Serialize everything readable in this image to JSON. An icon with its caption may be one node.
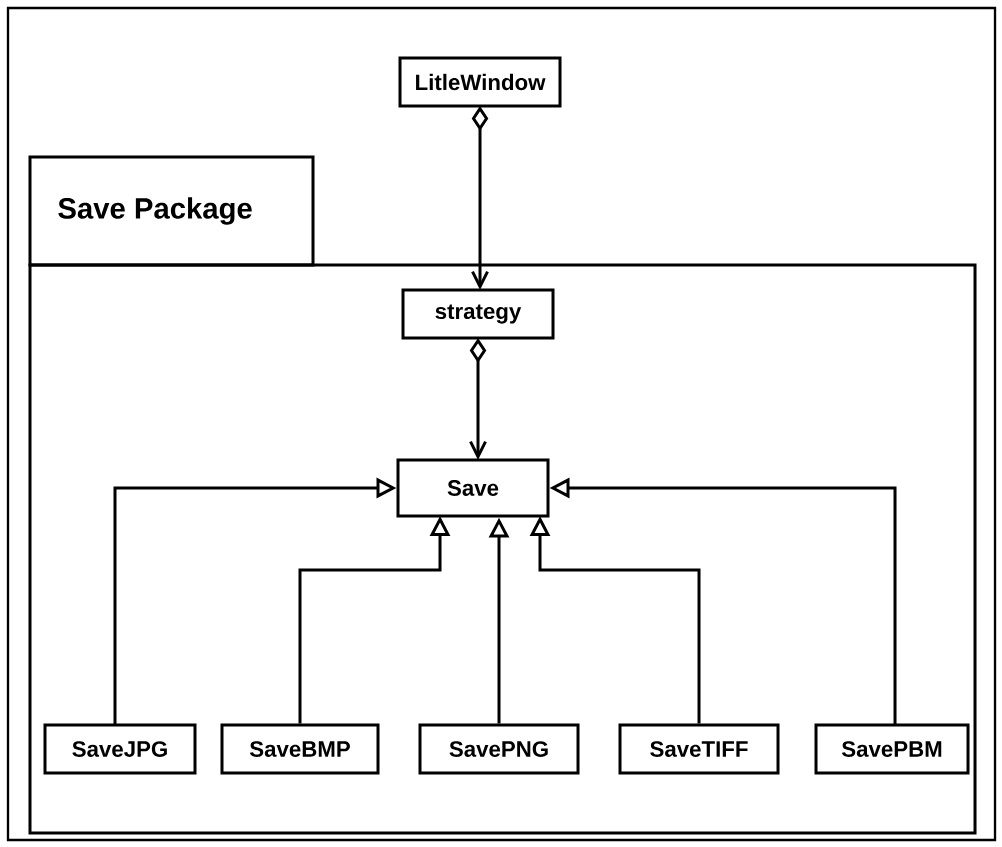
{
  "diagram": {
    "nodes": [
      {
        "text": [
          "LitleWindow"
        ]
      },
      {
        "text": [
          "Save Package"
        ]
      },
      {
        "text": [
          "strategy"
        ],
        "in": 1
      },
      {
        "text": [
          "Save"
        ],
        "in": 1
      },
      {
        "text": [
          "SaveJPG"
        ],
        "in": 1
      },
      {
        "text": [
          "SaveBMP"
        ],
        "in": 1
      },
      {
        "text": [
          "SavePNG"
        ],
        "in": 1
      },
      {
        "text": [
          "SaveTIFF"
        ],
        "in": 1
      },
      {
        "text": [
          "SavePBM"
        ],
        "in": 1
      }
    ],
    "edges": [
      {
        "from": 0,
        "to": 2,
        "arrow": "to"
      },
      {
        "from": 2,
        "to": 3,
        "arrow": "to"
      },
      {
        "from": 4,
        "to": 3,
        "arrow": "to"
      },
      {
        "from": 5,
        "to": 3,
        "arrow": "to"
      },
      {
        "from": 6,
        "to": 3,
        "arrow": "to"
      },
      {
        "from": 7,
        "to": 3,
        "arrow": "to"
      },
      {
        "from": 8,
        "to": 3,
        "arrow": "to"
      }
    ]
  }
}
